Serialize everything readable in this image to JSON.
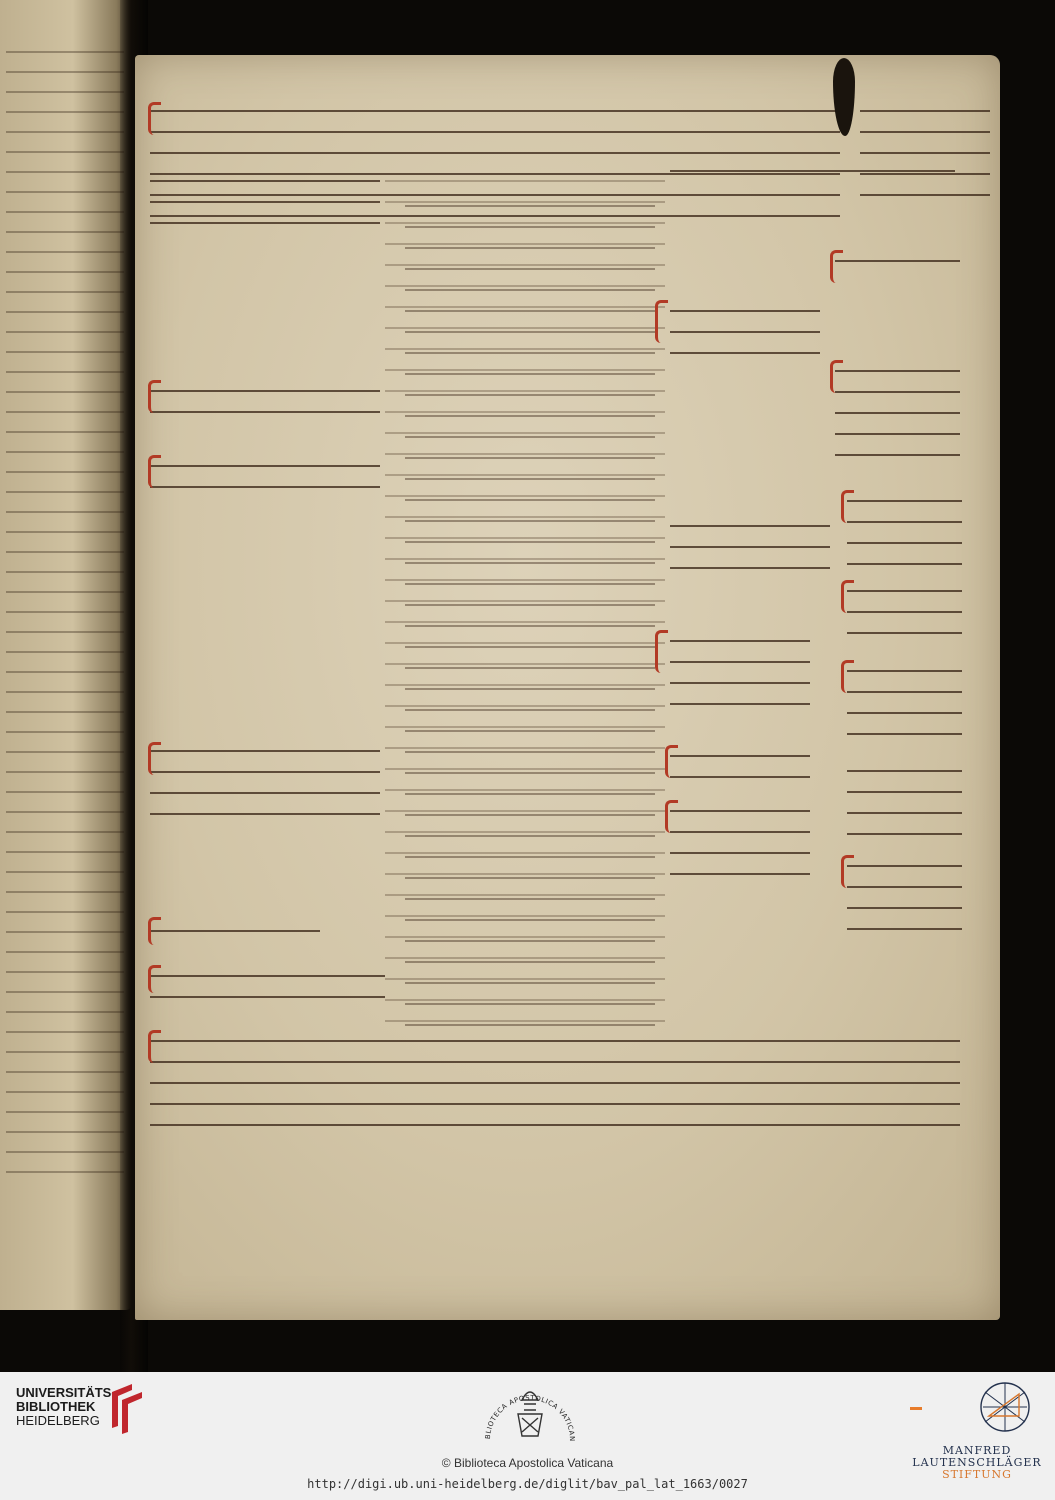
{
  "document": {
    "description_colors": {
      "parchment": "#d6cbb1",
      "ink": "#3c2819",
      "rubric": "#b23a25"
    }
  },
  "footer": {
    "ub_logo_lines": [
      "UNIVERSITÄTS-",
      "BIBLIOTHEK",
      "HEIDELBERG"
    ],
    "seal_text": "BIBLIOTECA APOSTOLICA VATICANA",
    "credit": "© Biblioteca Apostolica Vaticana",
    "url": "http://digi.ub.uni-heidelberg.de/diglit/bav_pal_lat_1663/0027",
    "mls_lines": [
      "MANFRED",
      "LAUTENSCHLÄGER",
      "STIFTUNG"
    ],
    "accent_color": "#e87c2b",
    "brand_color": "#24324e"
  }
}
